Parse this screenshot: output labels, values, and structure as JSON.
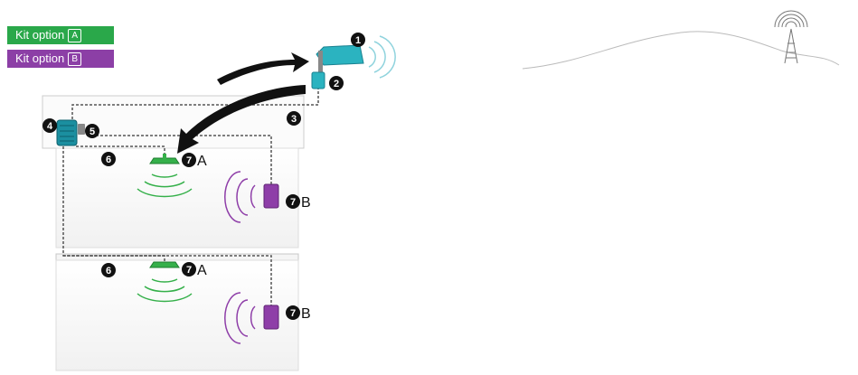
{
  "legend": {
    "kit_a": {
      "text": "Kit option",
      "box": "A",
      "color": "#2aa84a"
    },
    "kit_b": {
      "text": "Kit option",
      "box": "B",
      "color": "#8c3fa6"
    }
  },
  "callouts": {
    "c1": "1",
    "c2": "2",
    "c3": "3",
    "c4": "4",
    "c5": "5",
    "c6": "6",
    "c7": "7",
    "suffix_a": "A",
    "suffix_b": "B"
  },
  "colors": {
    "outdoor_antenna": "#2bb3c0",
    "booster": "#1b8fa0",
    "indoor_dome_antenna": "#35b04a",
    "indoor_panel_antenna": "#8e3ea8",
    "signal_waves_outdoor": "#8fd3dd",
    "cable": "#555555",
    "house_lines": "#cccccc"
  },
  "icons": {
    "cell_tower": "cell-tower-icon",
    "outdoor_antenna": "yagi-antenna-icon",
    "booster": "booster-icon",
    "dome_antenna": "dome-antenna-icon",
    "panel_antenna": "panel-antenna-icon",
    "arrows": "curved-arrow-icon"
  }
}
